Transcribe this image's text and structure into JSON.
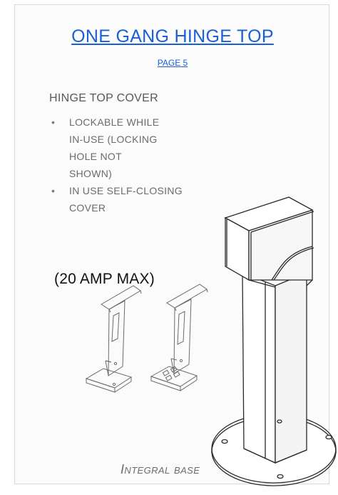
{
  "page": {
    "title": "ONE GANG HINGE TOP",
    "subtitle": "PAGE 5",
    "section_heading": "HINGE TOP COVER",
    "bullets": [
      "LOCKABLE WHILE IN-USE (LOCKING HOLE NOT SHOWN)",
      "In use self-closing cover"
    ],
    "rating": "(20 AMP MAX)",
    "caption": "Integral base"
  },
  "icons": {
    "bullet": "bullet-dot-icon"
  },
  "colors": {
    "link": "#1a5fd6",
    "text_gray": "#6b6b6b",
    "text_dark": "#111111"
  }
}
